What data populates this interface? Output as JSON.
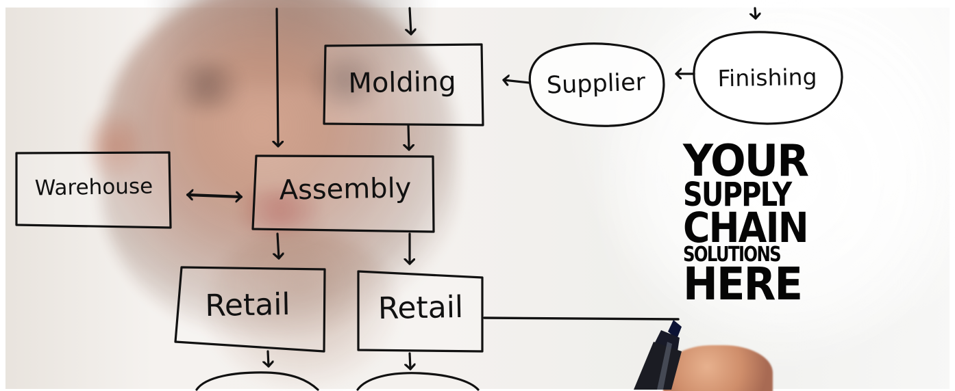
{
  "diagram": {
    "labels": {
      "molding": "Molding",
      "supplier": "Supplier",
      "finishing": "Finishing",
      "warehouse": "Warehouse",
      "assembly": "Assembly",
      "retail_left": "Retail",
      "retail_right": "Retail"
    },
    "headline": {
      "line1": "YOUR",
      "line2": "SUPPLY",
      "line3": "CHAIN",
      "line4": "SOLUTIONS",
      "line5": "HERE"
    }
  },
  "colors": {
    "ink": "#111111",
    "headline": "#050505",
    "background": "#f1f1ef",
    "skin_blur": "#c9927a",
    "marker": "#1d1f34"
  },
  "objects": [
    "hand-drawn-flowchart",
    "blurred-person-background",
    "black-marker-pen",
    "human-hand"
  ]
}
